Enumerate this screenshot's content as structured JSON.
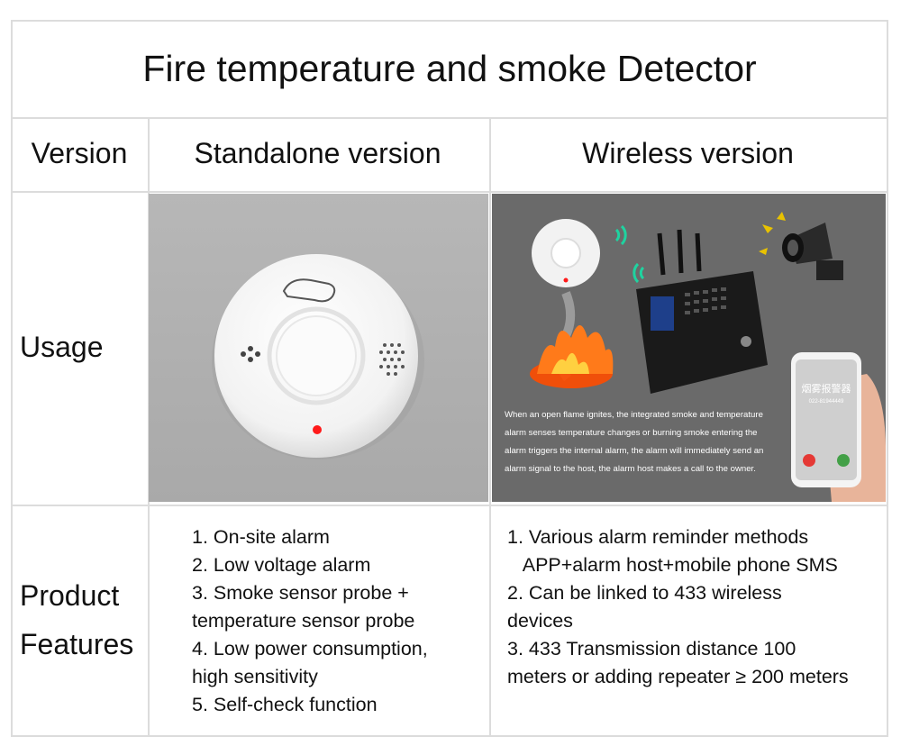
{
  "title": "Fire temperature and smoke Detector",
  "header": {
    "version_label": "Version",
    "standalone": "Standalone version",
    "wireless": "Wireless version"
  },
  "usage": {
    "label": "Usage",
    "wireless_caption": "When an open flame ignites, the integrated smoke and temperature alarm senses temperature changes or burning smoke entering the alarm triggers the internal alarm, the alarm will immediately send an alarm signal to the host, the alarm host makes a call to the owner.",
    "phone_title": "烟雾报警器",
    "phone_number": "022-81944449"
  },
  "features": {
    "label_line1": "Product",
    "label_line2": "Features",
    "standalone": [
      "1. On-site alarm",
      "2. Low voltage alarm",
      "3. Smoke sensor probe +",
      "temperature sensor probe",
      "4. Low power consumption,",
      "high sensitivity",
      "5. Self-check function"
    ],
    "wireless": [
      "1. Various alarm reminder methods",
      "   APP+alarm host+mobile phone SMS",
      "2. Can be linked to 433 wireless",
      "devices",
      "3. 433 Transmission distance 100",
      "meters or adding repeater ≥ 200 meters"
    ]
  },
  "colors": {
    "border": "#dcdcdc",
    "standalone_bg": "#b0b0b0",
    "wireless_bg": "#6a6a6a",
    "led_red": "#ff1a1a",
    "flame": "#ff6a1a",
    "signal_yellow": "#e8c200",
    "signal_green": "#1fd3a0"
  }
}
